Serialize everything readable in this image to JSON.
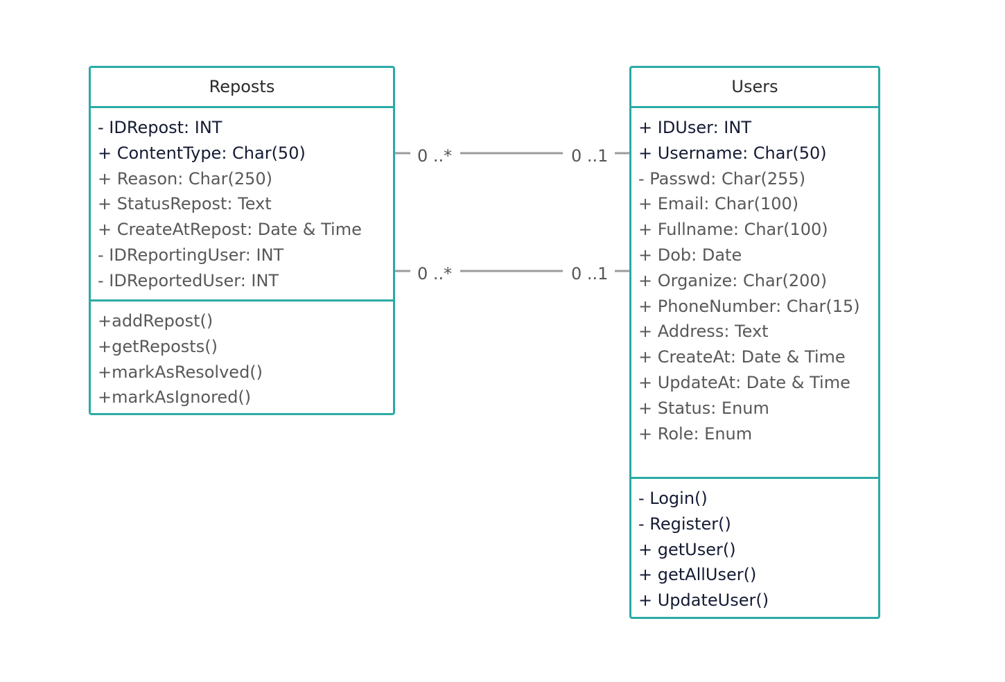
{
  "classes": {
    "reposts": {
      "title": "Reposts",
      "attributes": [
        "-  IDRepost: INT",
        "+ ContentType: Char(50)",
        "+ Reason: Char(250)",
        "+ StatusRepost: Text",
        "+ CreateAtRepost: Date & Time",
        "- IDReportingUser: INT",
        "- IDReportedUser: INT"
      ],
      "methods": [
        "+addRepost()",
        "+getReposts()",
        "+markAsResolved()",
        "+markAsIgnored()"
      ]
    },
    "users": {
      "title": "Users",
      "attributes": [
        "+ IDUser: INT",
        "+ Username: Char(50)",
        "- Passwd: Char(255)",
        "+ Email: Char(100)",
        "+ Fullname: Char(100)",
        "+ Dob: Date",
        "+ Organize: Char(200)",
        "+ PhoneNumber: Char(15)",
        "+ Address: Text",
        "+ CreateAt: Date & Time",
        "+ UpdateAt: Date & Time",
        "+ Status: Enum",
        "+ Role: Enum"
      ],
      "methods": [
        "-  Login()",
        "- Register()",
        "+ getUser()",
        "+ getAllUser()",
        "+ UpdateUser()"
      ]
    }
  },
  "associations": [
    {
      "from": "Reposts",
      "to": "Users",
      "source_multiplicity": "0 ..*",
      "target_multiplicity": "0 ..1"
    },
    {
      "from": "Reposts",
      "to": "Users",
      "source_multiplicity": "0 ..*",
      "target_multiplicity": "0 ..1"
    }
  ],
  "colors": {
    "class_border": "#2aaaa5",
    "connector_line": "#9b9b9b",
    "text_dark": "#141b33",
    "text_light": "#585858"
  }
}
